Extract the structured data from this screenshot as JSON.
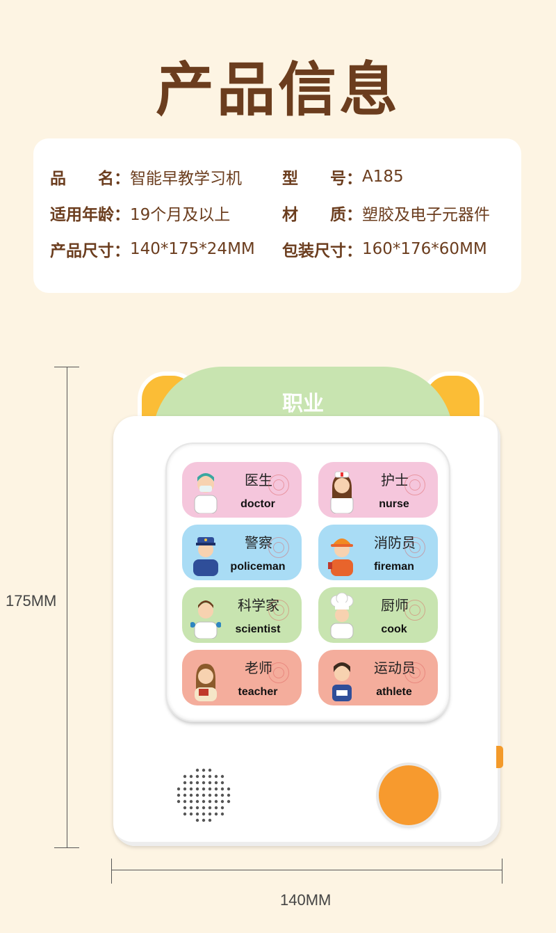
{
  "title": "产品信息",
  "specs": {
    "name_label": "品　　名：",
    "name_value": "智能早教学习机",
    "model_label": "型　　号：",
    "model_value": "A185",
    "age_label": "适用年龄：",
    "age_value": "19个月及以上",
    "material_label": "材　　质：",
    "material_value": "塑胶及电子元器件",
    "size_label": "产品尺寸：",
    "size_value": "140*175*24MM",
    "pack_label": "包装尺寸：",
    "pack_value": "160*176*60MM"
  },
  "card_title": "职业",
  "dimensions": {
    "height": "175MM",
    "width": "140MM"
  },
  "tiles": [
    {
      "cn": "医生",
      "en": "doctor",
      "bg": "#f5c6dc"
    },
    {
      "cn": "护士",
      "en": "nurse",
      "bg": "#f5c6dc"
    },
    {
      "cn": "警察",
      "en": "policeman",
      "bg": "#a9dcf5"
    },
    {
      "cn": "消防员",
      "en": "fireman",
      "bg": "#a9dcf5"
    },
    {
      "cn": "科学家",
      "en": "scientist",
      "bg": "#c8e4b0"
    },
    {
      "cn": "厨师",
      "en": "cook",
      "bg": "#c8e4b0"
    },
    {
      "cn": "老师",
      "en": "teacher",
      "bg": "#f4ad9c"
    },
    {
      "cn": "运动员",
      "en": "athlete",
      "bg": "#f4ad9c"
    }
  ],
  "colors": {
    "brown": "#6b3d1e",
    "background": "#fdf4e3",
    "button": "#f79a2e"
  }
}
